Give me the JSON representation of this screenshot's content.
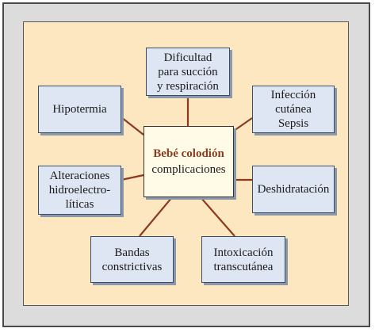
{
  "center": {
    "title": "Bebé colodión",
    "subtitle": "complicaciones"
  },
  "nodes": {
    "feeding": "Dificultad\npara succión\ny respiración",
    "hypothermia": "Hipotermia",
    "infection": "Infección\ncutánea\nSepsis",
    "electrolytes": "Alteraciones\nhidroelectro-\nlíticas",
    "dehydration": "Deshidratación",
    "bands": "Bandas\nconstrictivas",
    "intoxication": "Intoxicación\ntranscutánea"
  },
  "colors": {
    "connector": "#8b3a1e",
    "panel": "#fde7c0",
    "node_fill": "#dfe6f3",
    "center_title": "#8b3a1e"
  }
}
